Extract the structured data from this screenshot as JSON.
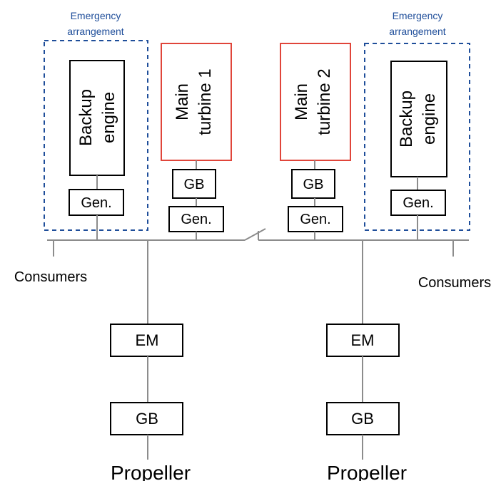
{
  "emergency_left": {
    "line1": "Emergency",
    "line2": "arrangement"
  },
  "emergency_right": {
    "line1": "Emergency",
    "line2": "arrangement"
  },
  "backup_engine_left": {
    "line1": "Backup",
    "line2": "engine"
  },
  "backup_engine_right": {
    "line1": "Backup",
    "line2": "engine"
  },
  "main_turbine_1": {
    "line1": "Main",
    "line2": "turbine 1"
  },
  "main_turbine_2": {
    "line1": "Main",
    "line2": "turbine 2"
  },
  "gen_labels": {
    "backup_left": "Gen.",
    "turbine1": "Gen.",
    "turbine2": "Gen.",
    "backup_right": "Gen."
  },
  "gearbox_labels": {
    "turbine1": "GB",
    "turbine2": "GB",
    "propeller_left": "GB",
    "propeller_right": "GB"
  },
  "motor_labels": {
    "left": "EM",
    "right": "EM"
  },
  "consumers": {
    "left": "Consumers",
    "right": "Consumers"
  },
  "propellers": {
    "left": "Propeller",
    "right": "Propeller"
  },
  "colors": {
    "emergency": "#1f4e9a",
    "turbine_border": "#e0453a",
    "bus_line": "#8c8c8c"
  }
}
